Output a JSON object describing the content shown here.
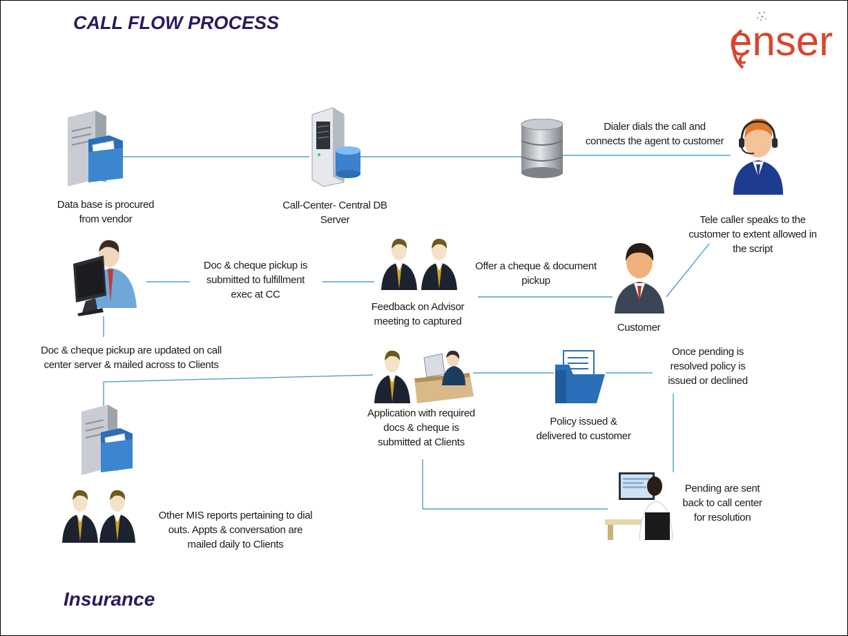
{
  "title": "CALL FLOW PROCESS",
  "footer": "Insurance",
  "logo": {
    "text": "ęnser",
    "color": "#d9452b",
    "dots_color": "#7a7a7a"
  },
  "colors": {
    "connector": "#4aa3c7",
    "title": "#2b1a5e",
    "server_body": "#e4e6ea",
    "folder": "#2a6fb8",
    "suit": "#1c2230",
    "tie": "#c9a227",
    "agent_suit": "#1e3c8f",
    "agent_hair": "#e07a2b"
  },
  "steps": {
    "database_procured": "Data base is procured\nfrom vendor",
    "central_db": "Call-Center- Central DB\nServer",
    "dialer": "Dialer dials the call and\nconnects the agent to customer",
    "tele_caller": "Tele caller speaks to the\ncustomer to extent allowed in\nthe script",
    "pickup_submitted": "Doc & cheque pickup is\nsubmitted to fulfillment\nexec at CC",
    "offer_pickup": "Offer a cheque & document\npickup",
    "feedback": "Feedback on Advisor\nmeeting to captured",
    "customer": "Customer",
    "updated_server": "Doc & cheque pickup are updated on call\ncenter server & mailed across to Clients",
    "pending_resolved": "Once  pending  is\nresolved policy is\nissued or declined",
    "application": "Application with required\ndocs & cheque is\nsubmitted at Clients",
    "policy_issued": "Policy issued &\ndelivered to customer",
    "pending_sent": "Pending are sent\nback to call center\nfor resolution",
    "mis_reports": "Other MIS reports pertaining to dial\nouts. Appts  & conversation are\nmailed daily to Clients"
  }
}
